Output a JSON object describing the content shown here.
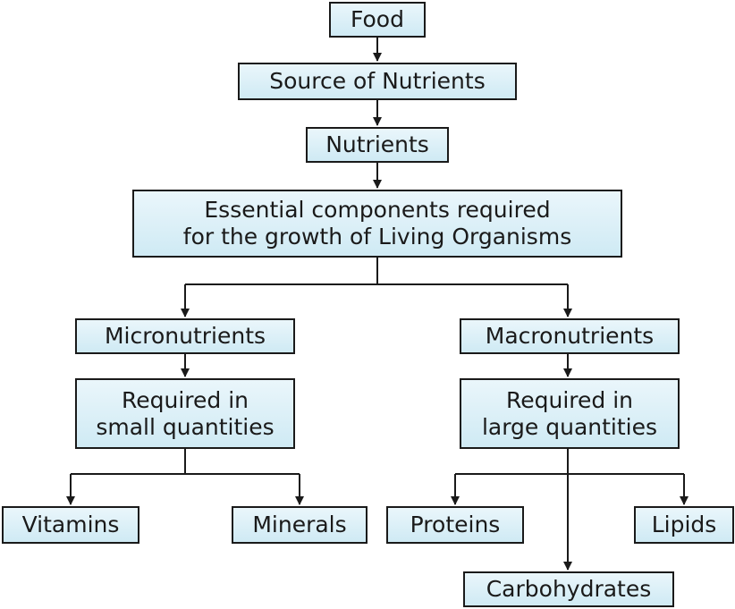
{
  "nodes": {
    "food": "Food",
    "source": "Source of Nutrients",
    "nutrients": "Nutrients",
    "essential": "Essential components required\nfor the growth of Living Organisms",
    "micro": "Micronutrients",
    "macro": "Macronutrients",
    "small": "Required in\nsmall quantities",
    "large": "Required in\nlarge quantities",
    "vitamins": "Vitamins",
    "minerals": "Minerals",
    "proteins": "Proteins",
    "lipids": "Lipids",
    "carbs": "Carbohydrates"
  },
  "colors": {
    "box_fill_top": "#eaf6fb",
    "box_fill_bottom": "#cfeaf4",
    "line": "#1a1a1a"
  }
}
